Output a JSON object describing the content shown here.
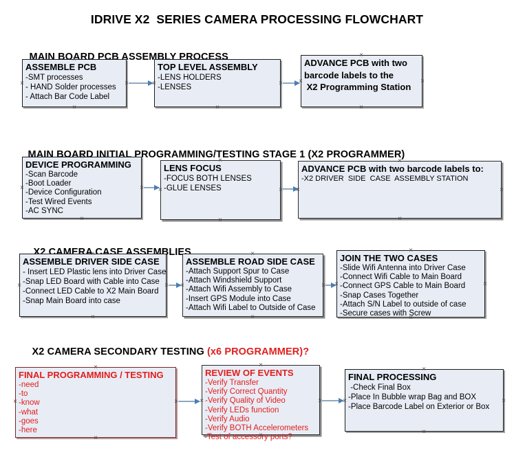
{
  "document": {
    "title": "IDRIVE X2  SERIES CAMERA PROCESSING FLOWCHART"
  },
  "sections": [
    {
      "id": "main-board-pcb-assembly",
      "heading": "MAIN BOARD PCB ASSEMBLY PROCESS",
      "heading_accent": "",
      "boxes": [
        {
          "id": "assemble-pcb",
          "title": "ASSEMBLE PCB",
          "title_lines": [
            "ASSEMBLE PCB"
          ],
          "lines": [
            "-SMT processes",
            "- HAND Solder processes",
            "- Attach Bar Code Label"
          ]
        },
        {
          "id": "top-level-assembly",
          "title": "TOP LEVEL ASSEMBLY",
          "title_lines": [
            "TOP LEVEL ASSEMBLY"
          ],
          "lines": [
            "-LENS HOLDERS",
            "-LENSES"
          ]
        },
        {
          "id": "advance-pcb-to-x2-programming-station",
          "title": "ADVANCE PCB with two barcode labels to the X2 Programming Station",
          "title_lines": [
            "ADVANCE PCB with two",
            "barcode labels to the",
            " X2 Programming Station"
          ],
          "lines": []
        }
      ]
    },
    {
      "id": "main-board-initial-programming",
      "heading": "MAIN BOARD INITIAL PROGRAMMING/TESTING STAGE 1 (X2 PROGRAMMER)",
      "heading_accent": "",
      "boxes": [
        {
          "id": "device-programming",
          "title": "DEVICE PROGRAMMING",
          "title_lines": [
            "DEVICE PROGRAMMING"
          ],
          "lines": [
            "-Scan Barcode",
            "-Boot Loader",
            "-Device Configuration",
            "-Test Wired Events",
            "-AC SYNC"
          ]
        },
        {
          "id": "lens-focus",
          "title": "LENS FOCUS",
          "title_lines": [
            "LENS FOCUS"
          ],
          "lines": [
            "-FOCUS BOTH LENSES",
            "-GLUE LENSES"
          ]
        },
        {
          "id": "advance-pcb-to-driver-side-case",
          "title": "ADVANCE PCB with two barcode labels to:",
          "title_lines": [
            "ADVANCE PCB with two barcode labels to:"
          ],
          "lines": [
            "-X2 DRIVER  SIDE  CASE  ASSEMBLY STATION"
          ]
        }
      ]
    },
    {
      "id": "x2-camera-case-assemblies",
      "heading": "X2 CAMERA CASE ASSEMBLIES",
      "heading_accent": "",
      "boxes": [
        {
          "id": "assemble-driver-side-case",
          "title": "ASSEMBLE DRIVER SIDE CASE",
          "title_lines": [
            "ASSEMBLE DRIVER SIDE CASE"
          ],
          "lines": [
            "- Insert LED Plastic lens into Driver Case",
            "-Snap LED Board with Cable into Case",
            "-Connect LED Cable to X2 Main Board",
            "-Snap Main Board into case"
          ]
        },
        {
          "id": "assemble-road-side-case",
          "title": "ASSEMBLE ROAD SIDE CASE",
          "title_lines": [
            "ASSEMBLE ROAD SIDE CASE"
          ],
          "lines": [
            "-Attach Support Spur to Case",
            "-Attach Windshield Support",
            "-Attach Wifi Assembly to Case",
            "-Insert GPS Module into Case",
            "-Attach Wifi Label to Outside of Case"
          ]
        },
        {
          "id": "join-the-two-cases",
          "title": "JOIN THE TWO CASES",
          "title_lines": [
            "JOIN THE TWO CASES"
          ],
          "lines": [
            "-Slide Wifi Antenna into Driver Case",
            "-Connect Wifi Cable to Main Board",
            "-Connect GPS Cable to Main Board",
            "-Snap Cases Together",
            "-Attach S/N Label to outside of case",
            "-Secure cases with Screw"
          ]
        }
      ]
    },
    {
      "id": "x2-camera-secondary-testing",
      "heading": "X2 CAMERA SECONDARY TESTING ",
      "heading_accent": "(x6 PROGRAMMER)?",
      "boxes": [
        {
          "id": "final-programming-testing",
          "title": "FINAL PROGRAMMING / TESTING",
          "title_lines": [
            "FINAL PROGRAMMING / TESTING"
          ],
          "lines": [
            "-need",
            "-to",
            "-know",
            "-what",
            "-goes",
            "-here"
          ]
        },
        {
          "id": "review-of-events",
          "title": "REVIEW OF EVENTS",
          "title_lines": [
            "REVIEW OF EVENTS"
          ],
          "lines": [
            "-Verify Transfer",
            "-Verify Correct Quantity",
            "-Verify Quality of Video",
            "-Verify LEDs function",
            "-Verify Audio",
            "-Verify BOTH Accelerometers"
          ],
          "overflow_line": "-Test of accessory ports?"
        },
        {
          "id": "final-processing",
          "title": "FINAL PROCESSING",
          "title_lines": [
            "FINAL PROCESSING"
          ],
          "lines": [
            " -Check Final Box",
            "-Place In Bubble wrap Bag and BOX",
            "-Place Barcode Label on Exterior or Box"
          ]
        }
      ]
    }
  ],
  "colors": {
    "box_fill": "#e8edf5",
    "box_border": "#1a1a1a",
    "accent_red": "#e31c1c",
    "arrow_line": "#8fa8c0",
    "arrow_head": "#4a7fb5",
    "text": "#000000"
  }
}
